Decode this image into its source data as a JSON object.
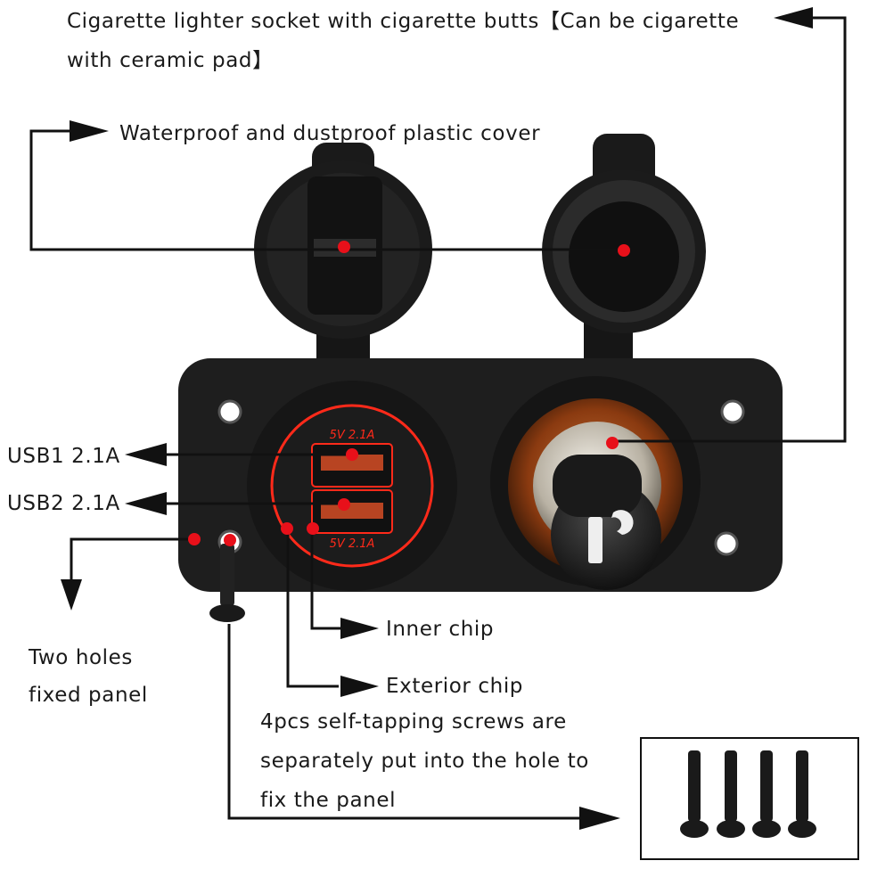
{
  "labels": {
    "socket_line1": "Cigarette lighter socket with cigarette butts【Can be cigarette",
    "socket_line2": "with ceramic pad】",
    "cover": "Waterproof and dustproof plastic cover",
    "usb1": "USB1 2.1A",
    "usb2": "USB2 2.1A",
    "holes_line1": "Two holes",
    "holes_line2": "fixed panel",
    "inner_chip": "Inner chip",
    "exterior_chip": "Exterior chip",
    "screws_line1": "4pcs self-tapping screws are",
    "screws_line2": "separately put into the hole to",
    "screws_line3": "fix the panel"
  },
  "usb_port": {
    "rating_top": "5V 2.1A",
    "rating_bottom": "5V 2.1A"
  },
  "colors": {
    "annotation_dot": "#e8101a",
    "usb_ring": "#ff2a1a",
    "socket_ring": "#8a3a10",
    "panel": "#1e1e1e",
    "line": "#111111"
  },
  "icons": [
    "cigarette-plug-icon"
  ]
}
